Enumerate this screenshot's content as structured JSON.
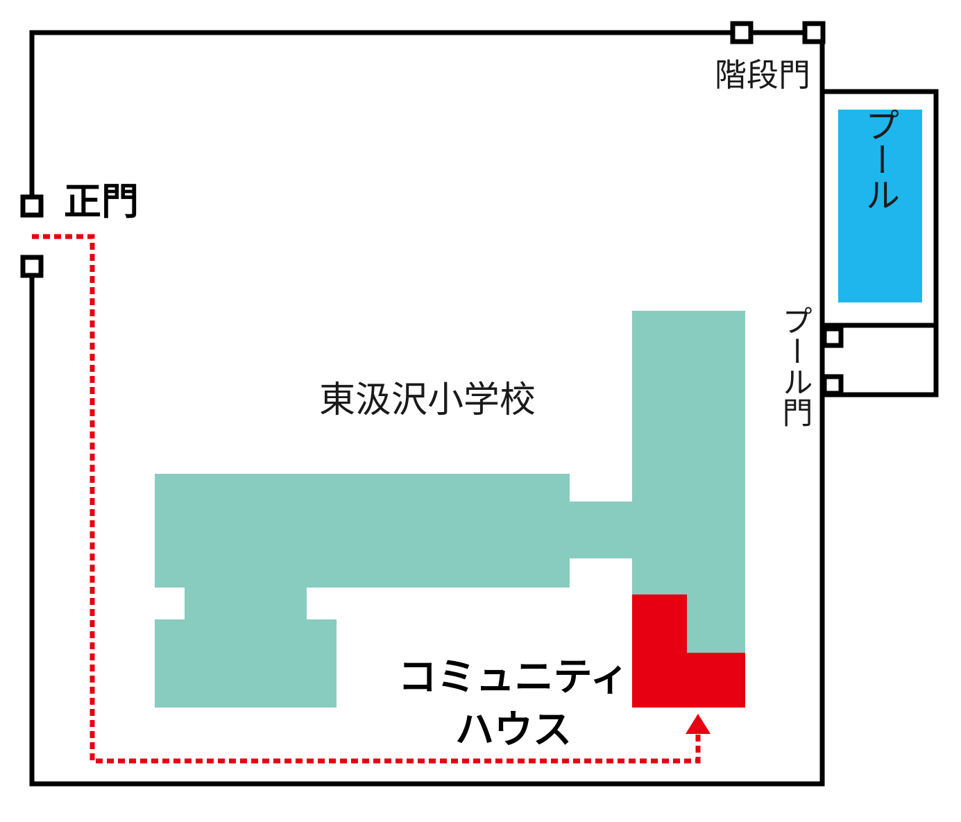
{
  "labels": {
    "main_gate": "正門",
    "stair_gate": "階段門",
    "pool": "プール",
    "pool_gate": "プール門",
    "school": "東汲沢小学校",
    "community_house": "コミュニティハウス"
  },
  "colors": {
    "outline": "#000000",
    "school_building": "#88cbbf",
    "community_house": "#e60012",
    "pool_water": "#1eb6ec",
    "route": "#e60012",
    "background": "#ffffff"
  },
  "icons": {
    "route_arrow": "arrow-up-icon",
    "gate_marker": "square-post-icon"
  }
}
